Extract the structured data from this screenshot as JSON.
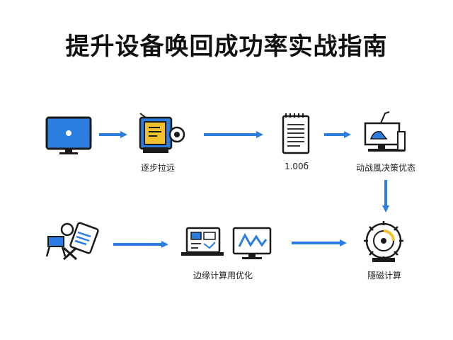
{
  "title": "提升设备唤回成功率实战指南",
  "colors": {
    "accent": "#2b7de0",
    "dark": "#1a1a1a",
    "yellow": "#f2c12e"
  },
  "nodes": [
    {
      "id": "monitor",
      "icon": "monitor-icon",
      "label": ""
    },
    {
      "id": "camera-box",
      "icon": "camera-box-icon",
      "label": "逐步拉远"
    },
    {
      "id": "document",
      "icon": "document-icon",
      "label": "1.00б"
    },
    {
      "id": "workstation",
      "icon": "workstation-icon",
      "label": "动战風决策优态"
    },
    {
      "id": "tools-clipboard",
      "icon": "tools-clipboard-icon",
      "label": ""
    },
    {
      "id": "dashboard",
      "icon": "dashboard-icon",
      "label": "边缘计算用优化"
    },
    {
      "id": "chart-monitor",
      "icon": "chart-monitor-icon",
      "label": ""
    },
    {
      "id": "gear-device",
      "icon": "gear-device-icon",
      "label": "隱磁计算"
    }
  ]
}
